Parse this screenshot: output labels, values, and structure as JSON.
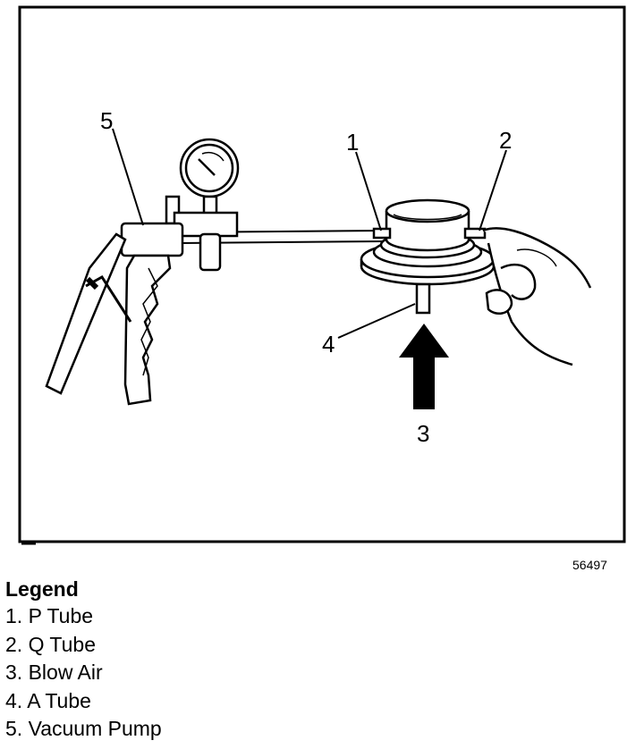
{
  "figure": {
    "number": "56497",
    "callouts": [
      {
        "id": "1",
        "text": "1"
      },
      {
        "id": "2",
        "text": "2"
      },
      {
        "id": "3",
        "text": "3"
      },
      {
        "id": "4",
        "text": "4"
      },
      {
        "id": "5",
        "text": "5"
      }
    ]
  },
  "legend": {
    "title": "Legend",
    "items": [
      {
        "label": "1. P Tube"
      },
      {
        "label": "2. Q Tube"
      },
      {
        "label": "3. Blow Air"
      },
      {
        "label": "4. A Tube"
      },
      {
        "label": "5. Vacuum Pump"
      }
    ]
  }
}
